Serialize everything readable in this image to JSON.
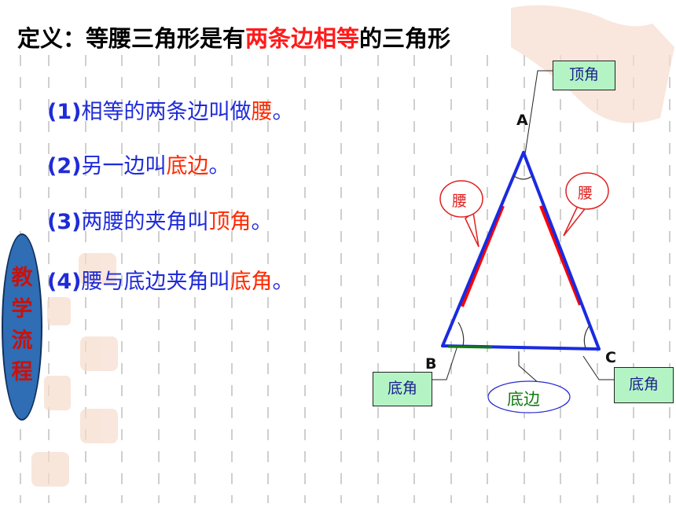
{
  "title": {
    "prefix": "定义：等腰三角形是有",
    "highlight": "两条边相等",
    "suffix": "的三角形"
  },
  "points": [
    {
      "prefix": "(1)",
      "text": "相等的两条边叫做",
      "term": "腰",
      "end": "。"
    },
    {
      "prefix": "(2)",
      "text": "另一边叫",
      "term": "底边",
      "end": "。"
    },
    {
      "prefix": "(3)",
      "text": "两腰的夹角叫",
      "term": "顶角",
      "end": "。"
    },
    {
      "prefix": "(4)",
      "text": "腰与底边夹角叫",
      "term": "底角",
      "end": "。"
    }
  ],
  "side_badge": {
    "chars": [
      "教",
      "学",
      "流",
      "程"
    ]
  },
  "diagram": {
    "vertices": {
      "a": "A",
      "b": "B",
      "c": "C"
    },
    "callouts": {
      "apex_angle": "顶角",
      "base_angle_left": "底角",
      "base_angle_right": "底角",
      "leg_left": "腰",
      "leg_right": "腰",
      "base": "底边"
    }
  },
  "colors": {
    "blue_text": "#1f2bd8",
    "red_text": "#ff2a00",
    "box_fill": "#b4f4c4",
    "badge_fill": "#2f6db5",
    "triangle_blue": "#1a2be0",
    "leg_red": "#ff0000",
    "base_green": "#107a10"
  }
}
